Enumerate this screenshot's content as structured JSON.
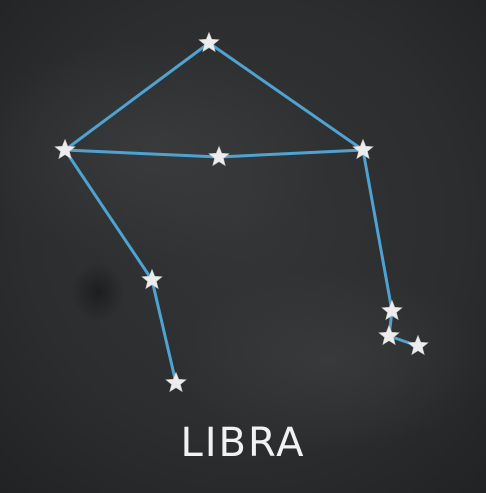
{
  "constellation": {
    "name": "Libra",
    "title": "LIBRA",
    "colors": {
      "board": "#2a2c2d",
      "line": "#4fa3d3",
      "star": "#ededed",
      "chalk_text": "#f2f2f2"
    },
    "stars": [
      {
        "id": "top"
      },
      {
        "id": "left-beam"
      },
      {
        "id": "center-beam"
      },
      {
        "id": "right-beam"
      },
      {
        "id": "left-mid"
      },
      {
        "id": "left-bottom"
      },
      {
        "id": "right-lower"
      },
      {
        "id": "right-cluster-a"
      },
      {
        "id": "right-cluster-b"
      }
    ],
    "links": [
      [
        "top",
        "left-beam"
      ],
      [
        "top",
        "right-beam"
      ],
      [
        "left-beam",
        "center-beam"
      ],
      [
        "center-beam",
        "right-beam"
      ],
      [
        "left-beam",
        "left-mid"
      ],
      [
        "left-mid",
        "left-bottom"
      ],
      [
        "right-beam",
        "right-lower"
      ],
      [
        "right-lower",
        "right-cluster-a"
      ],
      [
        "right-cluster-a",
        "right-cluster-b"
      ]
    ]
  }
}
